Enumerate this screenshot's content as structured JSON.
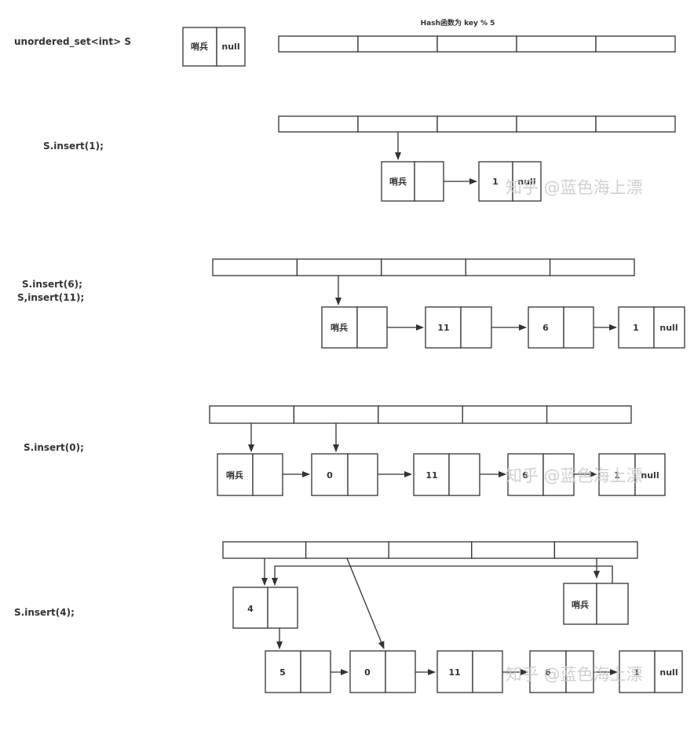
{
  "title": "Hash函数为 key % 5",
  "watermark": "知乎 @蓝色海上漂",
  "steps": [
    {
      "label": "unordered_set<int> S"
    },
    {
      "label": "S.insert(1);"
    },
    {
      "label": "S.insert(6);",
      "label2": "S,insert(11);"
    },
    {
      "label": "S.insert(0);"
    },
    {
      "label": "S.insert(4);"
    }
  ],
  "nodes": {
    "sentinel": "哨兵",
    "null": "null",
    "s0_sentinel_next": "null",
    "s1": [
      "哨兵",
      "1"
    ],
    "s2": [
      "哨兵",
      "11",
      "6",
      "1"
    ],
    "s3": [
      "哨兵",
      "0",
      "11",
      "6",
      "1"
    ],
    "s4_top": [
      "4",
      "哨兵"
    ],
    "s4_bottom": [
      "5",
      "0",
      "11",
      "6",
      "1"
    ]
  },
  "bucket_count": 5
}
